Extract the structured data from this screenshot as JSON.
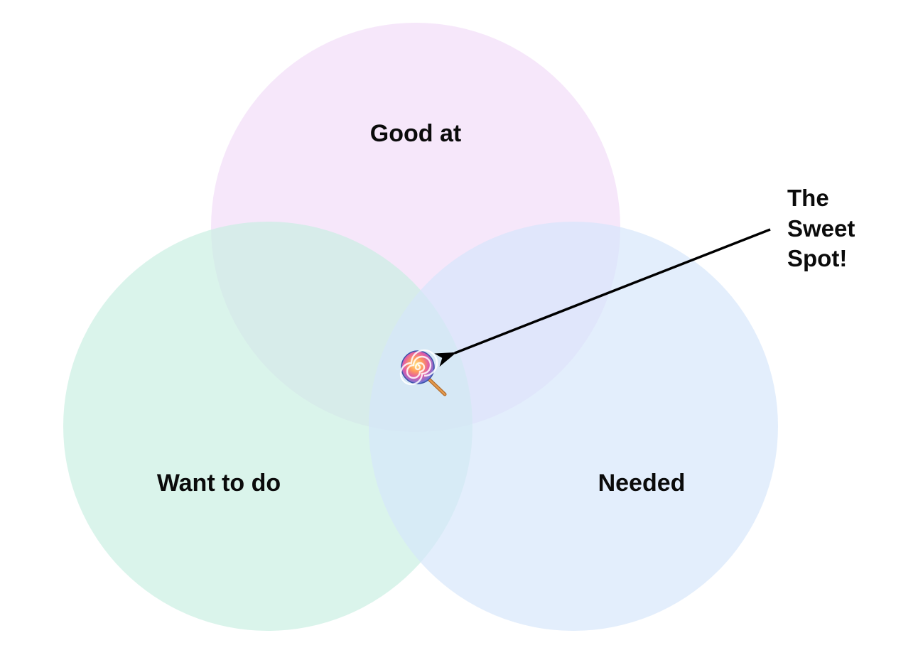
{
  "diagram": {
    "circles": [
      {
        "id": "good-at",
        "label": "Good at",
        "color": "#f1d9f7"
      },
      {
        "id": "want-to-do",
        "label": "Want to do",
        "color": "#c9efe2"
      },
      {
        "id": "needed",
        "label": "Needed",
        "color": "#d6e6fb"
      }
    ],
    "callout": {
      "lines": [
        "The",
        "Sweet",
        "Spot!"
      ]
    },
    "center_icon": "lollipop-icon",
    "arrow_color": "#000000"
  }
}
